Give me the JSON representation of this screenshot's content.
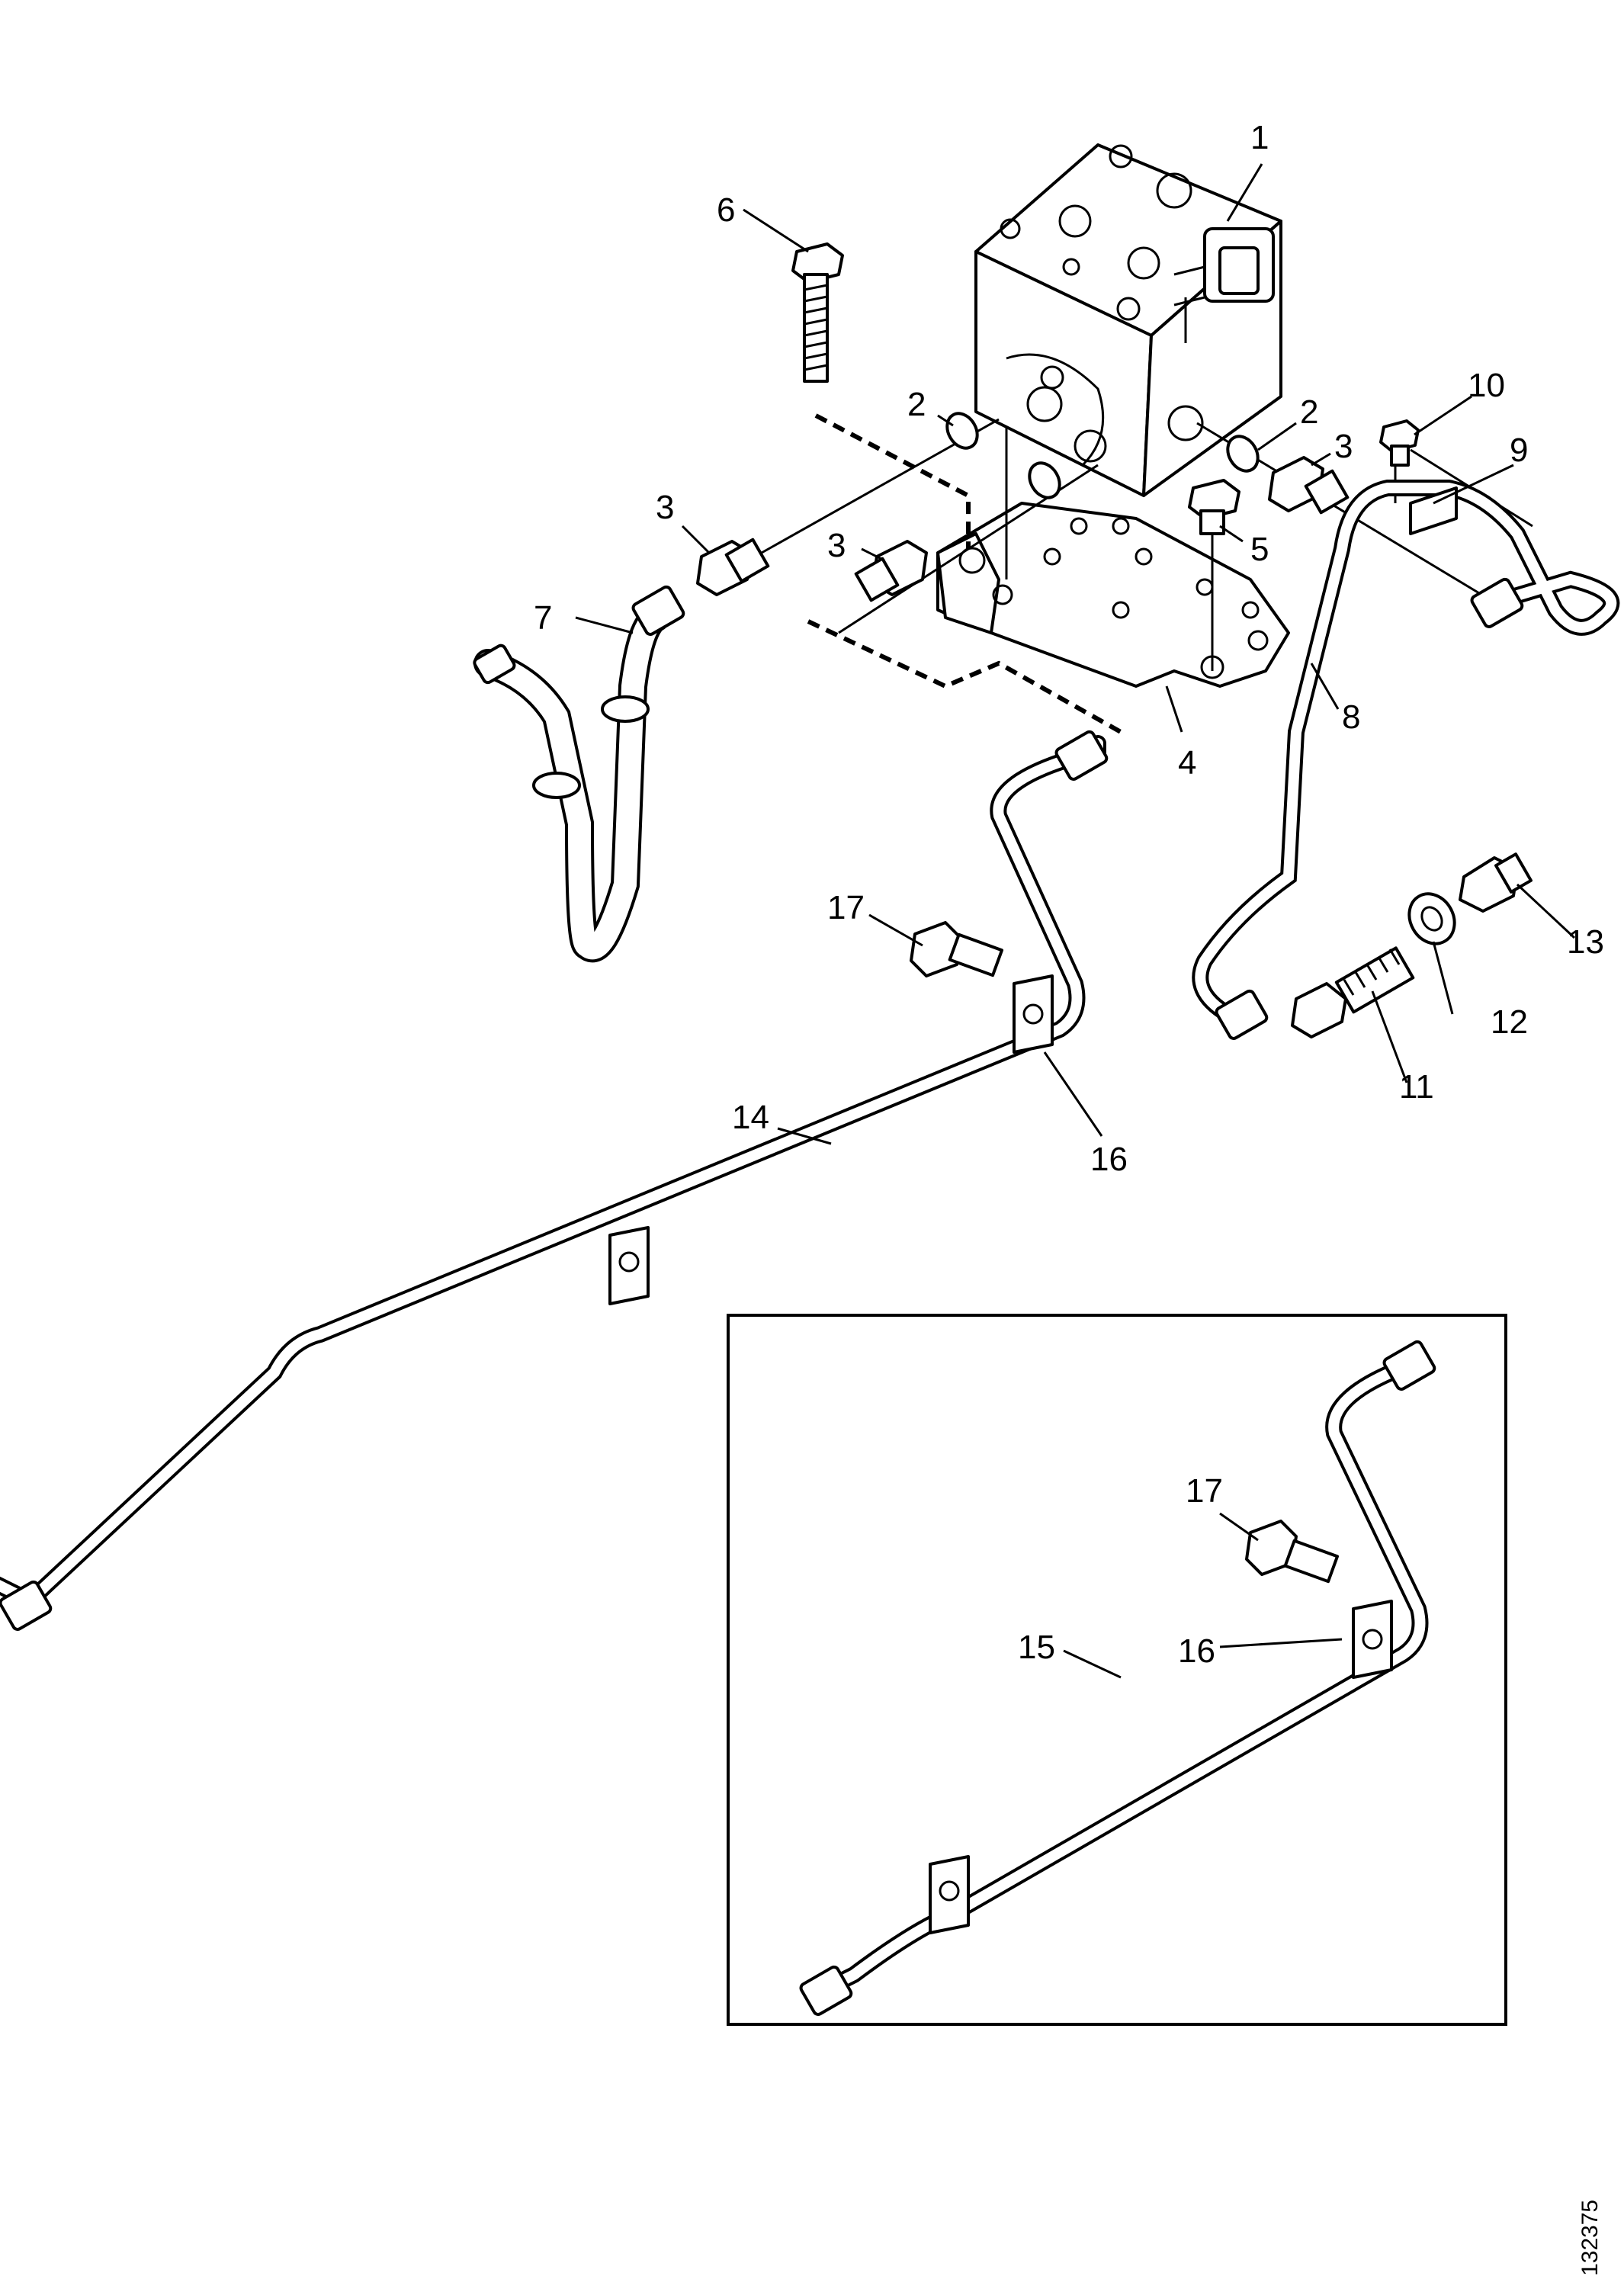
{
  "figure": {
    "id": "132375",
    "callouts": [
      {
        "key": "1",
        "text": "1"
      },
      {
        "key": "2a",
        "text": "2"
      },
      {
        "key": "2b",
        "text": "2"
      },
      {
        "key": "3a",
        "text": "3"
      },
      {
        "key": "3b",
        "text": "3"
      },
      {
        "key": "3c",
        "text": "3"
      },
      {
        "key": "4",
        "text": "4"
      },
      {
        "key": "5",
        "text": "5"
      },
      {
        "key": "6",
        "text": "6"
      },
      {
        "key": "7",
        "text": "7"
      },
      {
        "key": "8",
        "text": "8"
      },
      {
        "key": "9",
        "text": "9"
      },
      {
        "key": "10",
        "text": "10"
      },
      {
        "key": "11",
        "text": "11"
      },
      {
        "key": "12",
        "text": "12"
      },
      {
        "key": "13",
        "text": "13"
      },
      {
        "key": "14",
        "text": "14"
      },
      {
        "key": "15",
        "text": "15"
      },
      {
        "key": "16a",
        "text": "16"
      },
      {
        "key": "16b",
        "text": "16"
      },
      {
        "key": "17a",
        "text": "17"
      },
      {
        "key": "17b",
        "text": "17"
      }
    ]
  }
}
